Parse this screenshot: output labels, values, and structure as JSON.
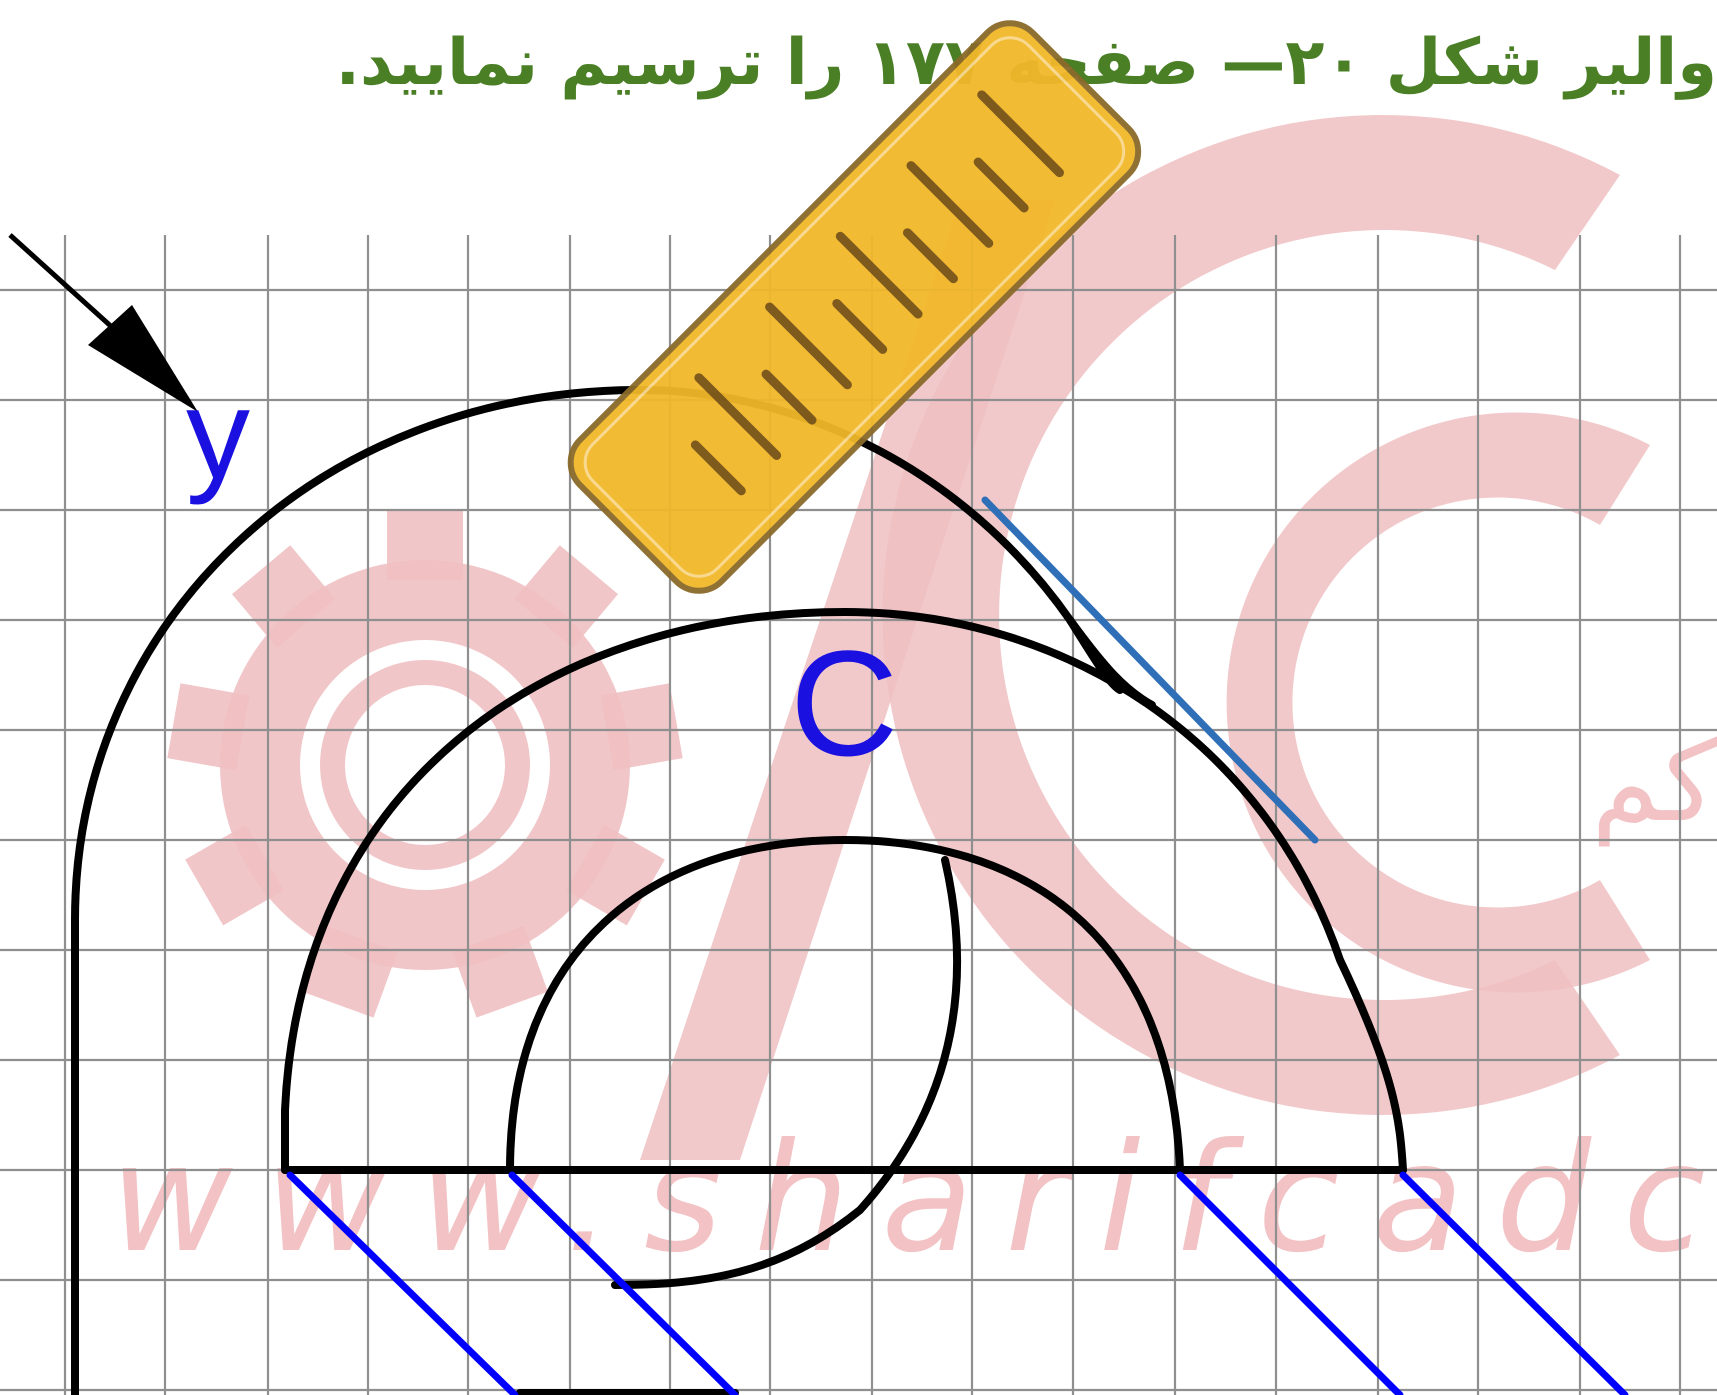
{
  "title": "والیر شکل ۲۰— صفحه ۱۷۷ را ترسیم نمایید.",
  "labels": {
    "y": "y",
    "c": "C"
  },
  "watermark": {
    "url_text": "www.sharifcadca",
    "brand_fragment": "کم"
  },
  "colors": {
    "title": "#4a7f26",
    "label": "#1a10e0",
    "hatch": "#0000ff",
    "tangent": "#2f6fb8",
    "grid": "#8f8f8f",
    "outline": "#000000",
    "watermark": "#f0c0c2",
    "ruler_fill": "#f2b82a",
    "ruler_edge": "#8a6a2a"
  },
  "icons": {
    "ruler": "ruler-icon",
    "arrow": "arrow-icon",
    "gear": "gear-logo-icon"
  }
}
